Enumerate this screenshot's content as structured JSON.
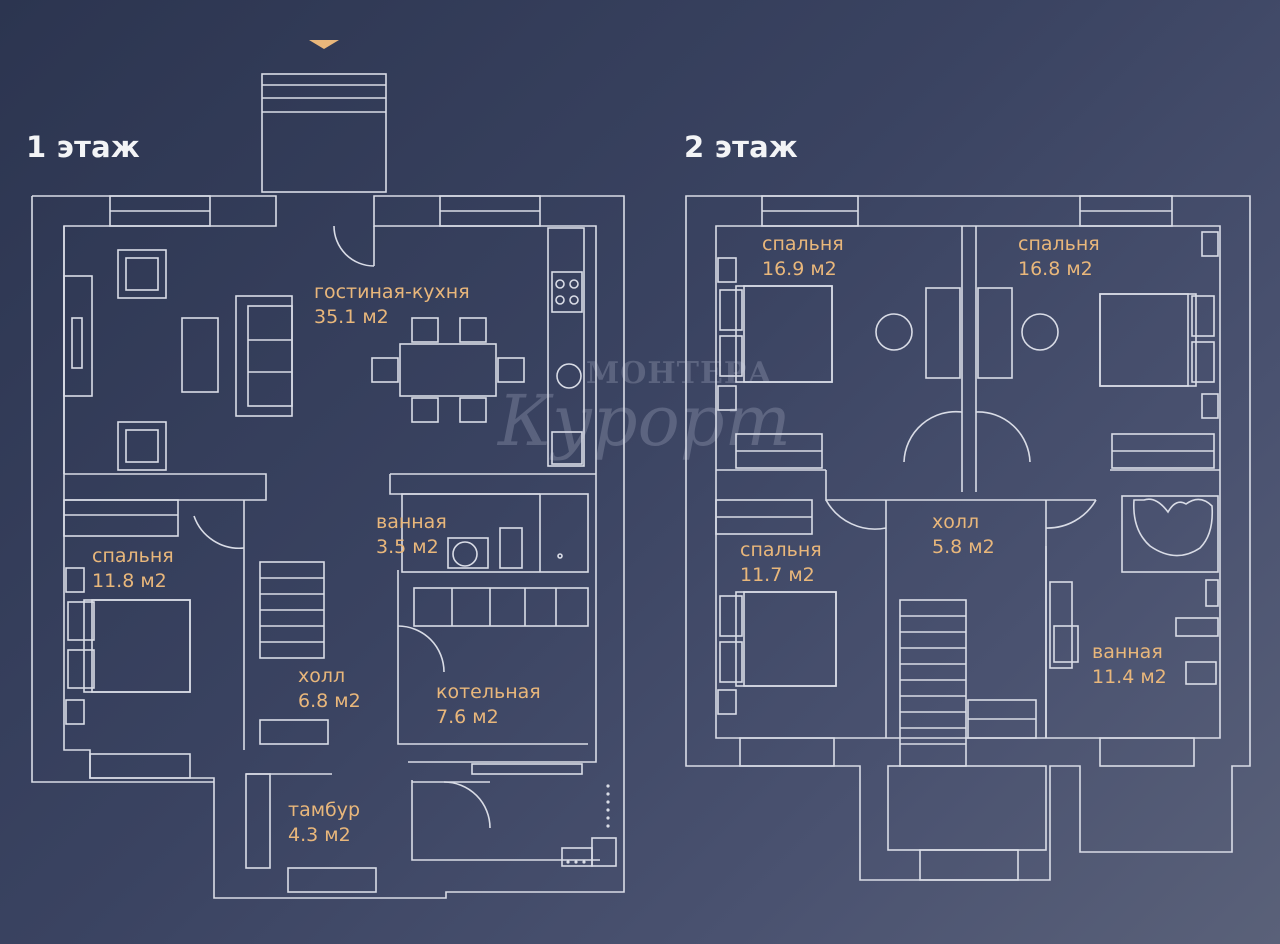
{
  "floors": [
    {
      "title": "1 этаж",
      "rooms": [
        {
          "name": "гостиная-кухня",
          "area": "35.1 м2"
        },
        {
          "name": "ванная",
          "area": "3.5 м2"
        },
        {
          "name": "спальня",
          "area": "11.8 м2"
        },
        {
          "name": "холл",
          "area": "6.8 м2"
        },
        {
          "name": "котельная",
          "area": "7.6 м2"
        },
        {
          "name": "тамбур",
          "area": "4.3 м2"
        }
      ]
    },
    {
      "title": "2 этаж",
      "rooms": [
        {
          "name": "спальня",
          "area": "16.9 м2"
        },
        {
          "name": "спальня",
          "area": "16.8 м2"
        },
        {
          "name": "холл",
          "area": "5.8 м2"
        },
        {
          "name": "спальня",
          "area": "11.7 м2"
        },
        {
          "name": "ванная",
          "area": "11.4 м2"
        }
      ]
    }
  ],
  "watermark": {
    "line1": "МОНТЕРА",
    "line2": "Курорт"
  },
  "colors": {
    "walls": "#d9dce6",
    "labels": "#e9b77b",
    "background": "#323b57"
  }
}
